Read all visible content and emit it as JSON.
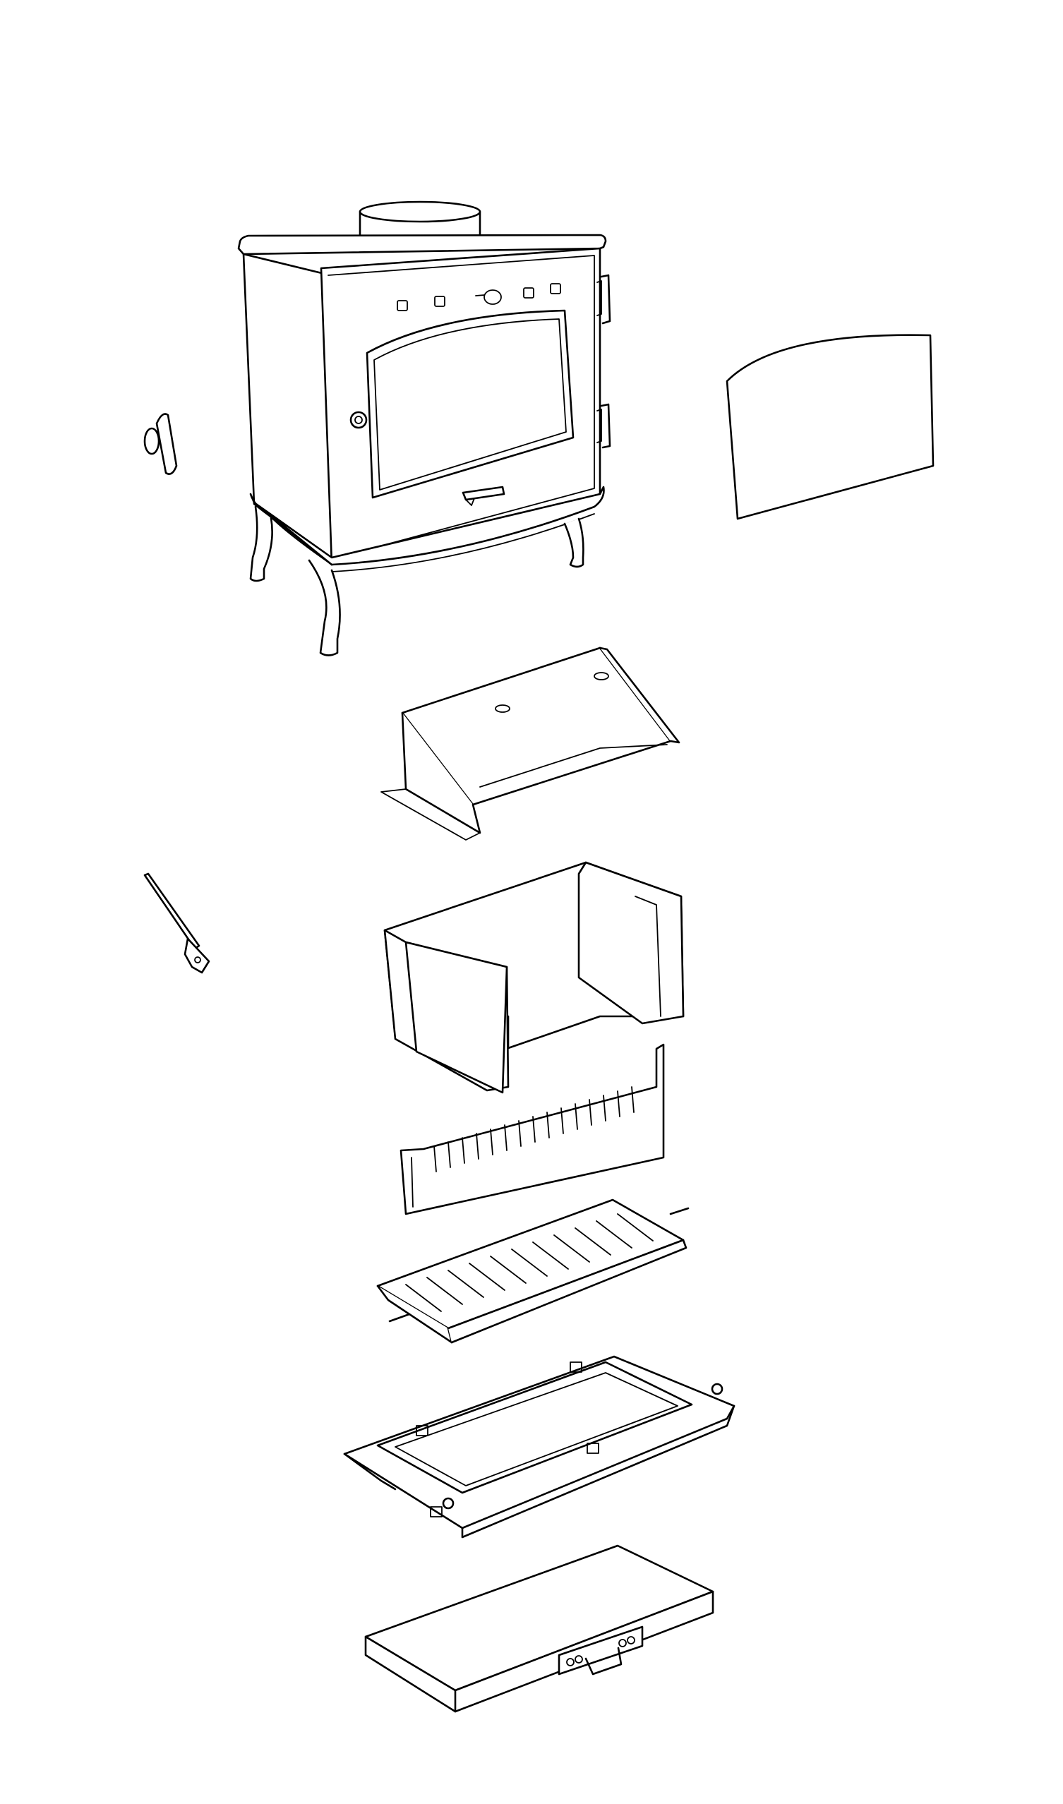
{
  "diagram": {
    "type": "exploded-view",
    "background": "#ffffff",
    "stroke_color": "#000000",
    "parts": [
      "stove-body",
      "door-handle",
      "door-glass",
      "baffle-plate",
      "riddling-tool",
      "firebrick-liner",
      "front-fire-bars",
      "grate",
      "grate-frame",
      "ash-pan"
    ]
  }
}
